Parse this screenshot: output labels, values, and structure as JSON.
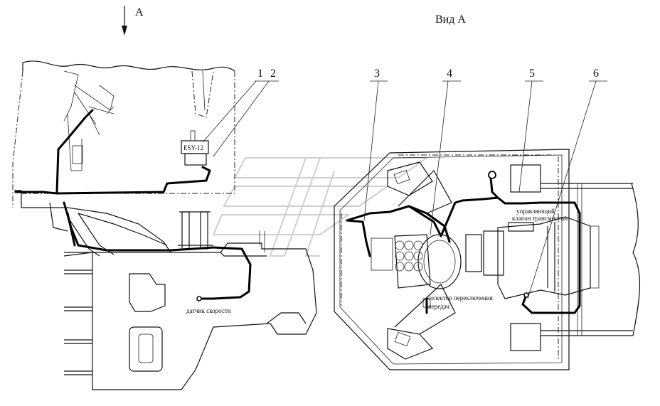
{
  "view_arrow_label": "А",
  "view_title": "Вид А",
  "callouts": [
    "1",
    "2",
    "3",
    "4",
    "5",
    "6"
  ],
  "component_labels": {
    "block": "ESY-12",
    "speed_sensor": "датчик скорости",
    "transmission_valve_line1": "управляющий",
    "transmission_valve_line2": "клапан трансмиссии",
    "gear_selector_line1": "селектор переключения",
    "gear_selector_line2": "передач"
  }
}
